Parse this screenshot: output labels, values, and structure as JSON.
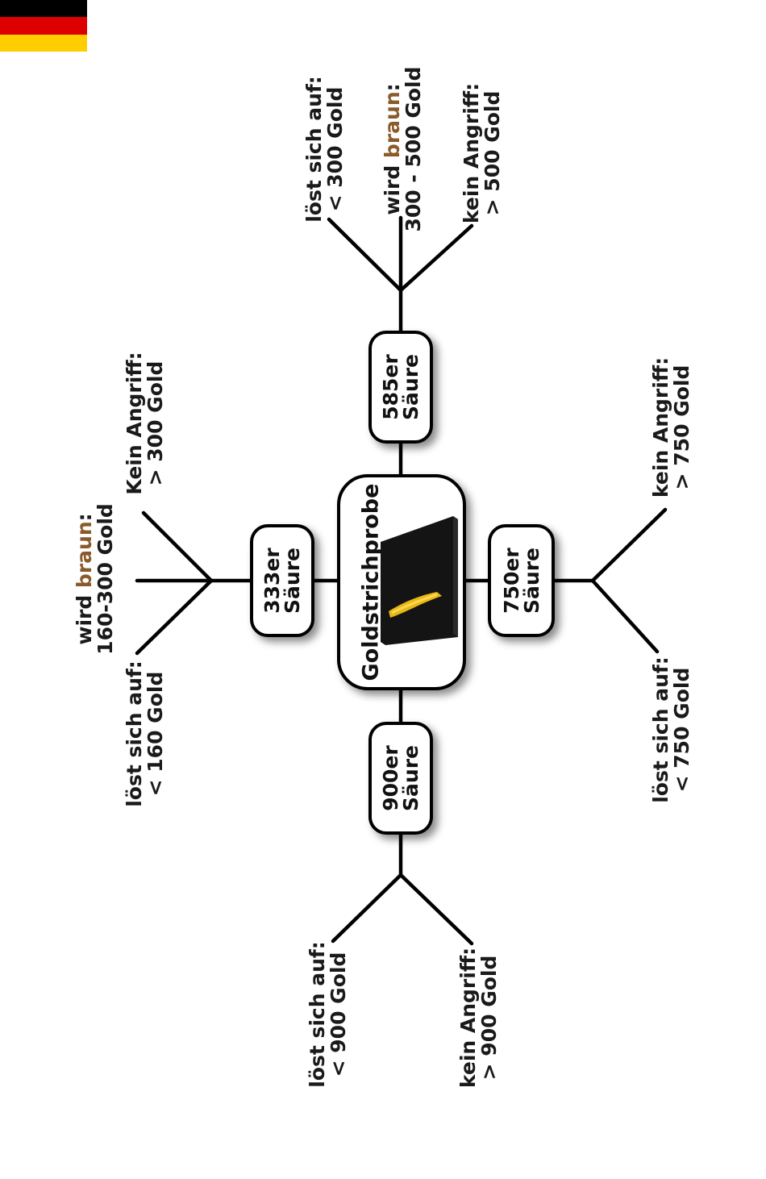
{
  "flag_colors": [
    "#000000",
    "#dd0000",
    "#ffce00"
  ],
  "center": {
    "title": "Goldstrichprobe",
    "image": "touchstone-with-gold-streak"
  },
  "acids": [
    {
      "line1": "333er",
      "line2": "Säure"
    },
    {
      "line1": "585er",
      "line2": "Säure"
    },
    {
      "line1": "750er",
      "line2": "Säure"
    },
    {
      "line1": "900er",
      "line2": "Säure"
    }
  ],
  "labels": {
    "a333": [
      {
        "line1": "löst sich auf:",
        "line2": "< 160 Gold"
      },
      {
        "prefix": "wird ",
        "accent": "braun",
        "suffix": ":",
        "line2": "160-300 Gold"
      },
      {
        "line1": "Kein Angriff:",
        "line2": "> 300 Gold"
      }
    ],
    "a585": [
      {
        "line1": "löst sich auf:",
        "line2": "< 300 Gold"
      },
      {
        "prefix": "wird ",
        "accent": "braun",
        "suffix": ":",
        "line2": "300 - 500 Gold"
      },
      {
        "line1": "kein Angriff:",
        "line2": "> 500 Gold"
      }
    ],
    "a750": [
      {
        "line1": "löst sich auf:",
        "line2": "< 750 Gold"
      },
      {
        "line1": "kein Angriff:",
        "line2": "> 750 Gold"
      }
    ],
    "a900": [
      {
        "line1": "löst sich auf:",
        "line2": "< 900 Gold"
      },
      {
        "line1": "kein Angriff:",
        "line2": "> 900 Gold"
      }
    ]
  },
  "accent_color": "#8a5a2b"
}
